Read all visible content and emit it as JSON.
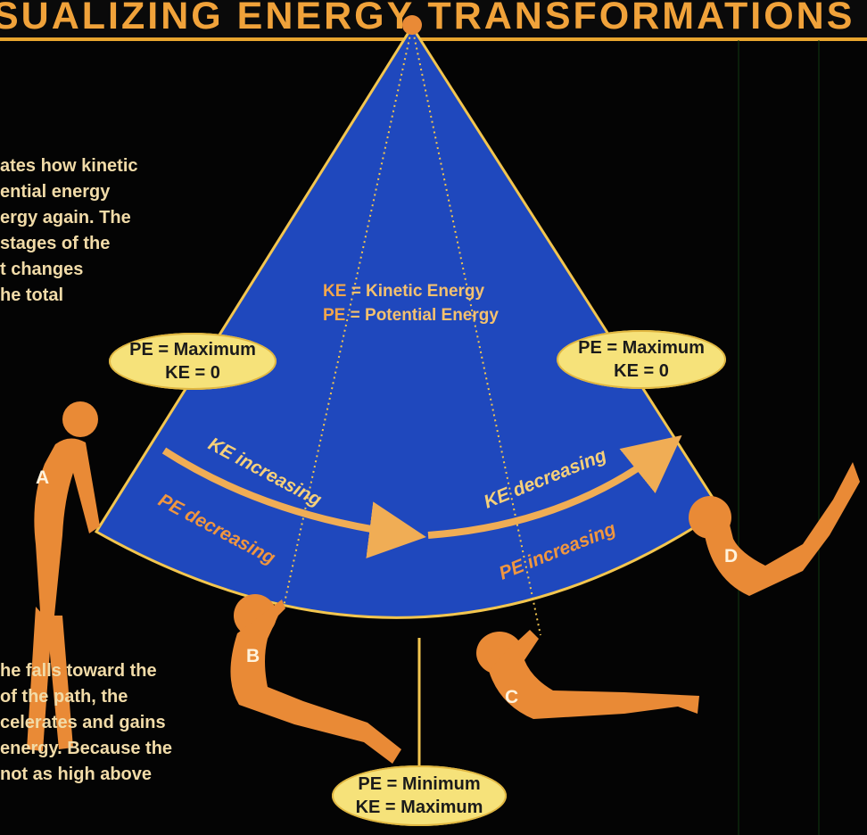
{
  "header": {
    "title": "SUALIZING ENERGY TRANSFORMATIONS"
  },
  "intro_text": [
    "ates how kinetic",
    "ential energy",
    "ergy again.  The",
    "stages of the",
    "t changes",
    "he total"
  ],
  "lower_text": [
    "he falls toward the",
    "of the path, the",
    "celerates and gains",
    "energy. Because the",
    "not as high above"
  ],
  "legend": {
    "ke_abbr": "KE",
    "ke_eq": "= Kinetic Energy",
    "pe_abbr": "PE",
    "pe_eq": "= Potential Energy"
  },
  "ovals": {
    "left": {
      "line1": "PE = Maximum",
      "line2": "KE = 0"
    },
    "right": {
      "line1": "PE = Maximum",
      "line2": "KE = 0"
    },
    "bottom": {
      "line1": "PE = Minimum",
      "line2": "KE = Maximum"
    }
  },
  "arrows": {
    "left_top": "KE increasing",
    "left_bottom": "PE decreasing",
    "right_top": "KE decreasing",
    "right_bottom": "PE increasing"
  },
  "positions": [
    "A",
    "B",
    "C",
    "D"
  ],
  "colors": {
    "sector": "#1f48bd",
    "rope": "#f3c64f",
    "figure": "#e98a36",
    "oval": "#f6e27a",
    "arrow": "#f0ad55",
    "header_text": "#f0a23a"
  }
}
